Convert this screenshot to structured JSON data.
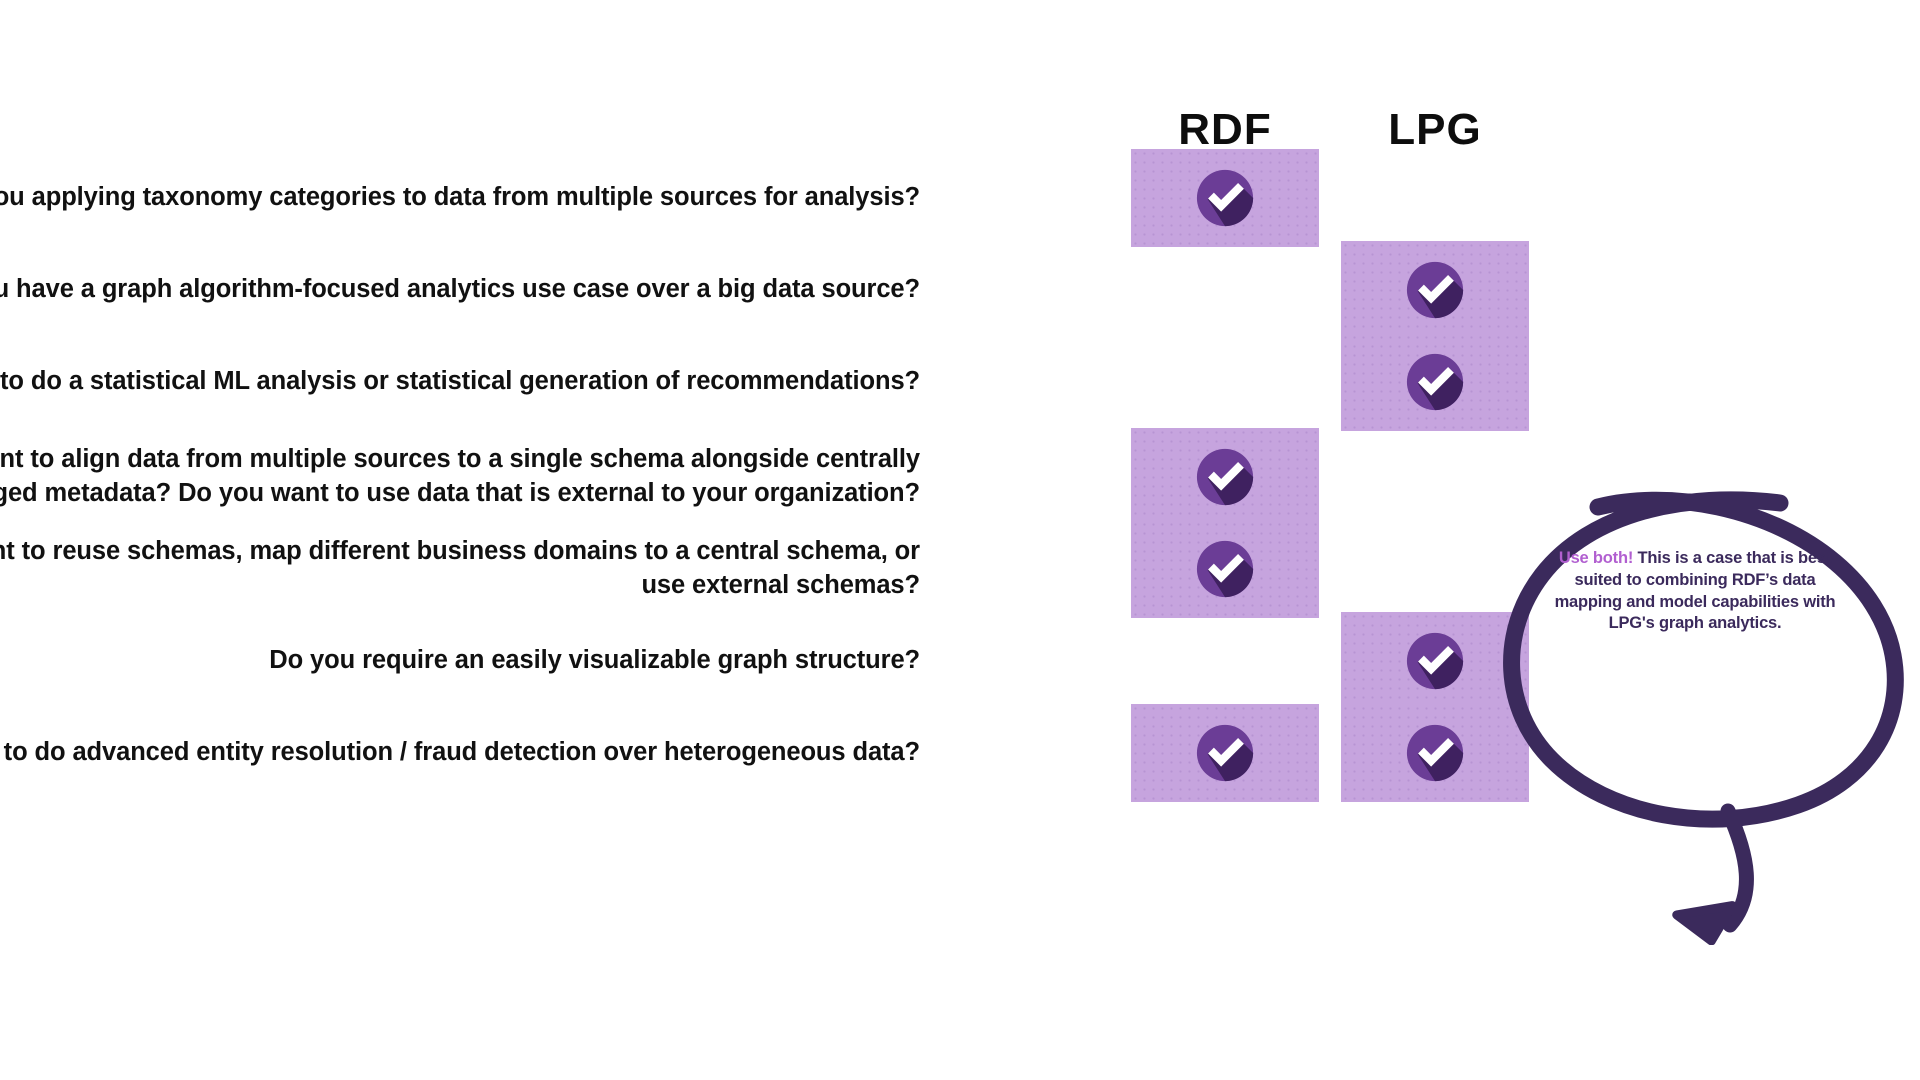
{
  "colors": {
    "cell_bg": "#c6a4de",
    "cell_dot": "#b793d3",
    "badge_circle": "#6b3d96",
    "badge_shadow": "#3f2160",
    "badge_check": "#ffffff",
    "annotation_stroke": "#3b2a5c",
    "callout_text": "#3b2a5c",
    "callout_lead": "#b15fd0",
    "question_text": "#111111",
    "header_text": "#0d0d0d",
    "page_bg": "#ffffff"
  },
  "headers": {
    "rdf": "RDF",
    "lpg": "LPG"
  },
  "icons": {
    "check": "check-circle-icon"
  },
  "rows": [
    {
      "question": "Are you applying taxonomy categories to data from multiple sources for analysis?",
      "rdf": true,
      "lpg": false
    },
    {
      "question": "Do you have a graph algorithm-focused analytics use case over a big data source?",
      "rdf": false,
      "lpg": true
    },
    {
      "question": "Are you trying to do a statistical ML analysis or statistical generation of recommendations?",
      "rdf": false,
      "lpg": true
    },
    {
      "question": "Do you want to align data from multiple sources to a single schema alongside centrally managed metadata? Do you want to use data that is external to your organization?",
      "rdf": true,
      "lpg": false
    },
    {
      "question": "Do you want to reuse schemas, map different business domains to a central schema, or use external schemas?",
      "rdf": true,
      "lpg": false
    },
    {
      "question": "Do you require an easily visualizable graph structure?",
      "rdf": false,
      "lpg": true
    },
    {
      "question": "Do you want to do advanced entity resolution / fraud detection over heterogeneous data?",
      "rdf": true,
      "lpg": true
    }
  ],
  "annotation": {
    "lead": "Use both!",
    "body": " This is a case that is best suited to combining RDF’s data mapping and model capabilities with LPG's graph analytics.",
    "shape": "hand-drawn-ellipse-with-arrow",
    "arrow_target": "row-7-lpg-cell"
  }
}
